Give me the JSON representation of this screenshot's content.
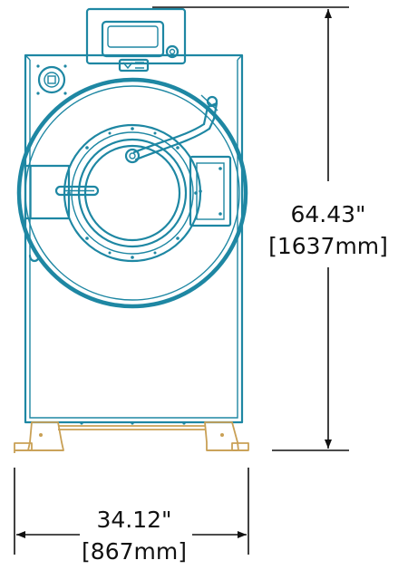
{
  "dimensions": {
    "height_imperial": "64.43\"",
    "height_metric": "[1637mm]",
    "width_imperial": "34.12\"",
    "width_metric": "[867mm]"
  },
  "colors": {
    "machine_outline": "#1e87a3",
    "base_feet": "#c9a055",
    "dimension_lines": "#111111"
  }
}
